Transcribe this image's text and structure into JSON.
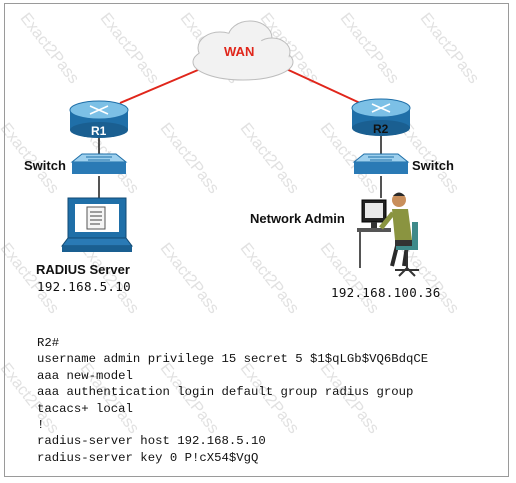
{
  "labels": {
    "wan": "WAN",
    "r1": "R1",
    "r2": "R2",
    "switch_left": "Switch",
    "switch_right": "Switch",
    "radius_server": "RADIUS Server",
    "network_admin": "Network Admin"
  },
  "ips": {
    "radius_server": "192.168.5.10",
    "network_admin": "192.168.100.36"
  },
  "config_lines": [
    "R2#",
    "username admin privilege 15 secret 5 $1$qLGb$VQ6BdqCE",
    "aaa new-model",
    "aaa authentication login default group radius group",
    "tacacs+ local",
    "!",
    "radius-server host 192.168.5.10",
    "radius-server key 0 P!cX54$VgQ"
  ],
  "watermark_text": "Exact2Pass",
  "colors": {
    "router": "#1f6fa8",
    "router_top": "#7cc0e6",
    "wan_text": "#e0261b",
    "wan_link": "#e0261b",
    "cable": "#1a1a1a"
  },
  "icons": [
    "cloud-icon",
    "router-icon",
    "switch-icon",
    "server-computer-icon",
    "admin-workstation-icon"
  ]
}
